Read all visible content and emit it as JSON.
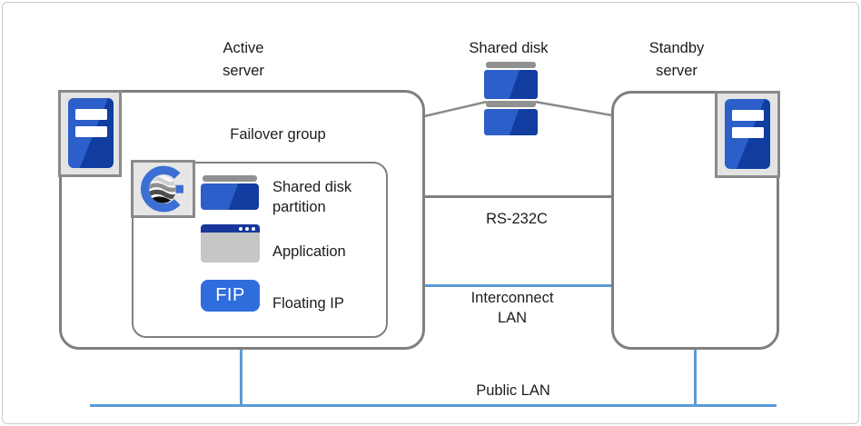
{
  "colors": {
    "box_border": "#7f7f7f",
    "panel_border": "#8a8a8a",
    "panel_bg": "#e4e4e4",
    "frame_border": "#cbcbcb",
    "lan_blue": "#5b9bd5",
    "icon_blue": "#2d5fca",
    "icon_blue_dark": "#113da0",
    "fip_blue": "#2f6cdc",
    "titlebar_blue": "#17389a",
    "cap_gray": "#919191",
    "app_body_gray": "#c6c6c6",
    "logo_blue": "#3b6fd3",
    "text": "#1c1c1c"
  },
  "nodes": {
    "active_server": {
      "label": "Active\nserver"
    },
    "standby_server": {
      "label": "Standby\nserver"
    },
    "shared_disk": {
      "label": "Shared disk"
    }
  },
  "failover_group": {
    "label": "Failover group",
    "items": [
      {
        "icon": "shared-disk-partition-icon",
        "label": "Shared disk\npartition"
      },
      {
        "icon": "application-window-icon",
        "label": "Application"
      },
      {
        "icon": "floating-ip-badge",
        "badge": "FIP",
        "label": "Floating IP"
      }
    ]
  },
  "links": {
    "rs232c": {
      "label": "RS-232C"
    },
    "interconnect_lan": {
      "label": "Interconnect\nLAN"
    },
    "public_lan": {
      "label": "Public LAN"
    }
  }
}
